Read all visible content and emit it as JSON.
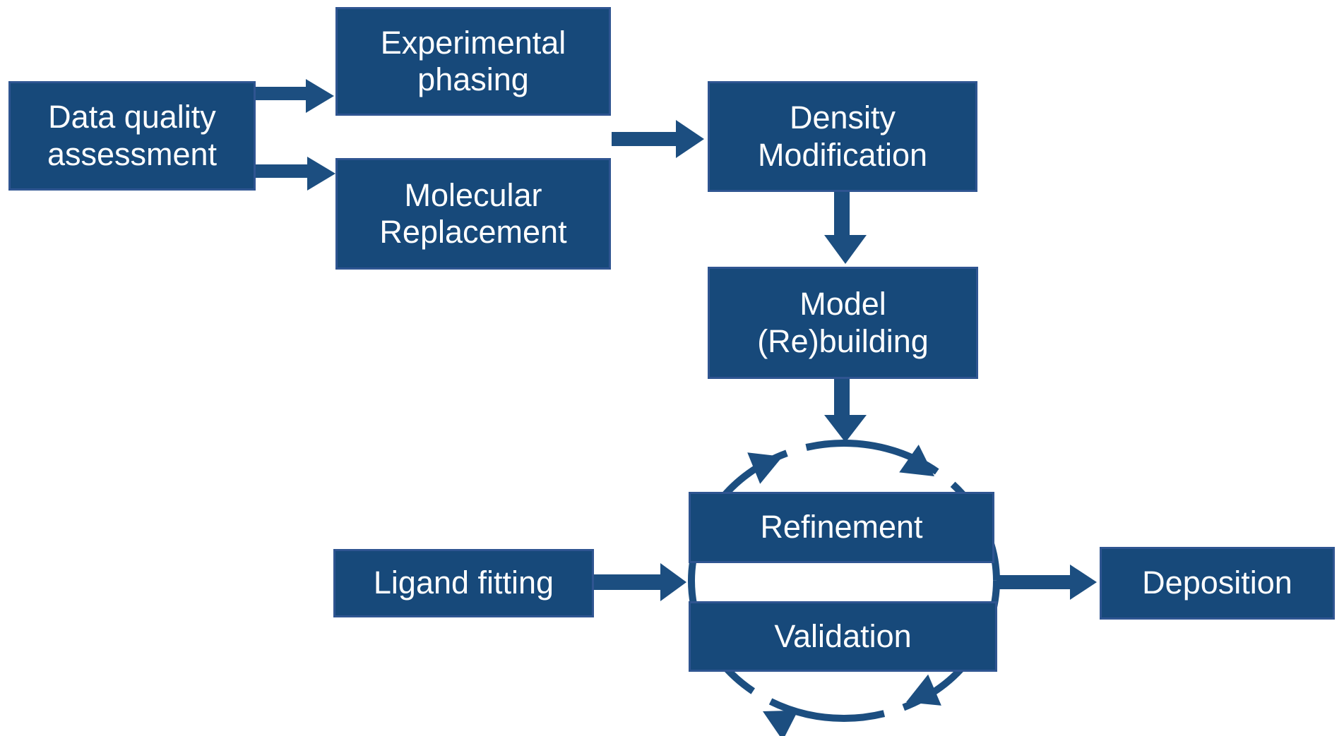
{
  "colors": {
    "box_fill": "#17497A",
    "box_border": "#2F5591",
    "arrow": "#1C4E80",
    "text_color": "#FFFFFF",
    "background": "#FFFFFF"
  },
  "nodes": {
    "dqa": {
      "lines": [
        "Data quality",
        "assessment"
      ]
    },
    "experimental": {
      "lines": [
        "Experimental",
        "phasing"
      ]
    },
    "molecular": {
      "lines": [
        "Molecular",
        "Replacement"
      ]
    },
    "density": {
      "lines": [
        "Density",
        "Modification"
      ]
    },
    "model": {
      "lines": [
        "Model",
        "(Re)building"
      ]
    },
    "refinement": {
      "lines": [
        "Refinement"
      ]
    },
    "validation": {
      "lines": [
        "Validation"
      ]
    },
    "ligand": {
      "lines": [
        "Ligand fitting"
      ]
    },
    "deposition": {
      "lines": [
        "Deposition"
      ]
    }
  }
}
